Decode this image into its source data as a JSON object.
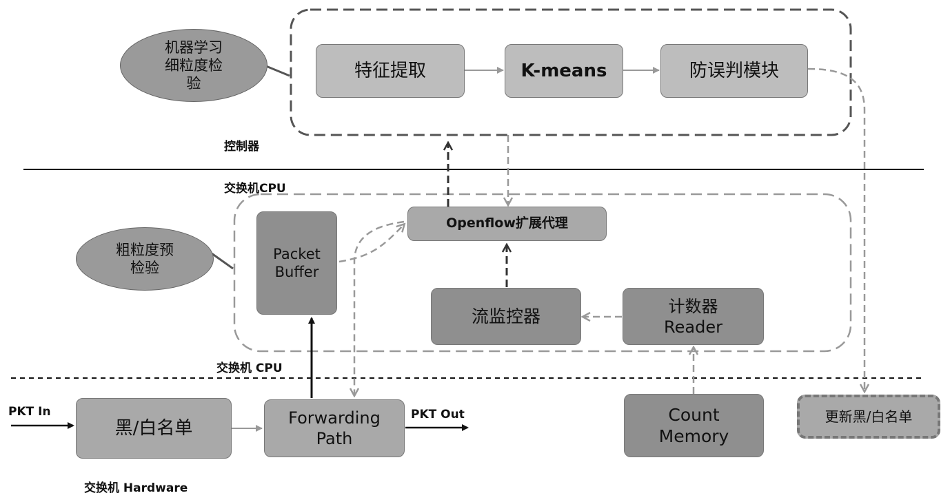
{
  "regions": {
    "controller": "控制器",
    "switch_cpu_top": "交换机CPU",
    "switch_cpu_bottom": "交换机 CPU",
    "switch_hardware": "交换机 Hardware"
  },
  "ellipses": {
    "fine": "机器学习\n细粒度检\n验",
    "coarse": "粗粒度预\n检验"
  },
  "boxes": {
    "feature_extraction": "特征提取",
    "kmeans": "K-means",
    "anti_misjudge": "防误判模块",
    "openflow_agent": "Openflow扩展代理",
    "packet_buffer": "Packet\nBuffer",
    "flow_monitor": "流监控器",
    "counter_reader": "计数器\nReader",
    "blacklist": "黑/白名单",
    "forwarding_path": "Forwarding\nPath",
    "count_memory": "Count\nMemory",
    "update_list": "更新黑/白名单"
  },
  "io": {
    "pkt_in": "PKT In",
    "pkt_out": "PKT Out"
  }
}
